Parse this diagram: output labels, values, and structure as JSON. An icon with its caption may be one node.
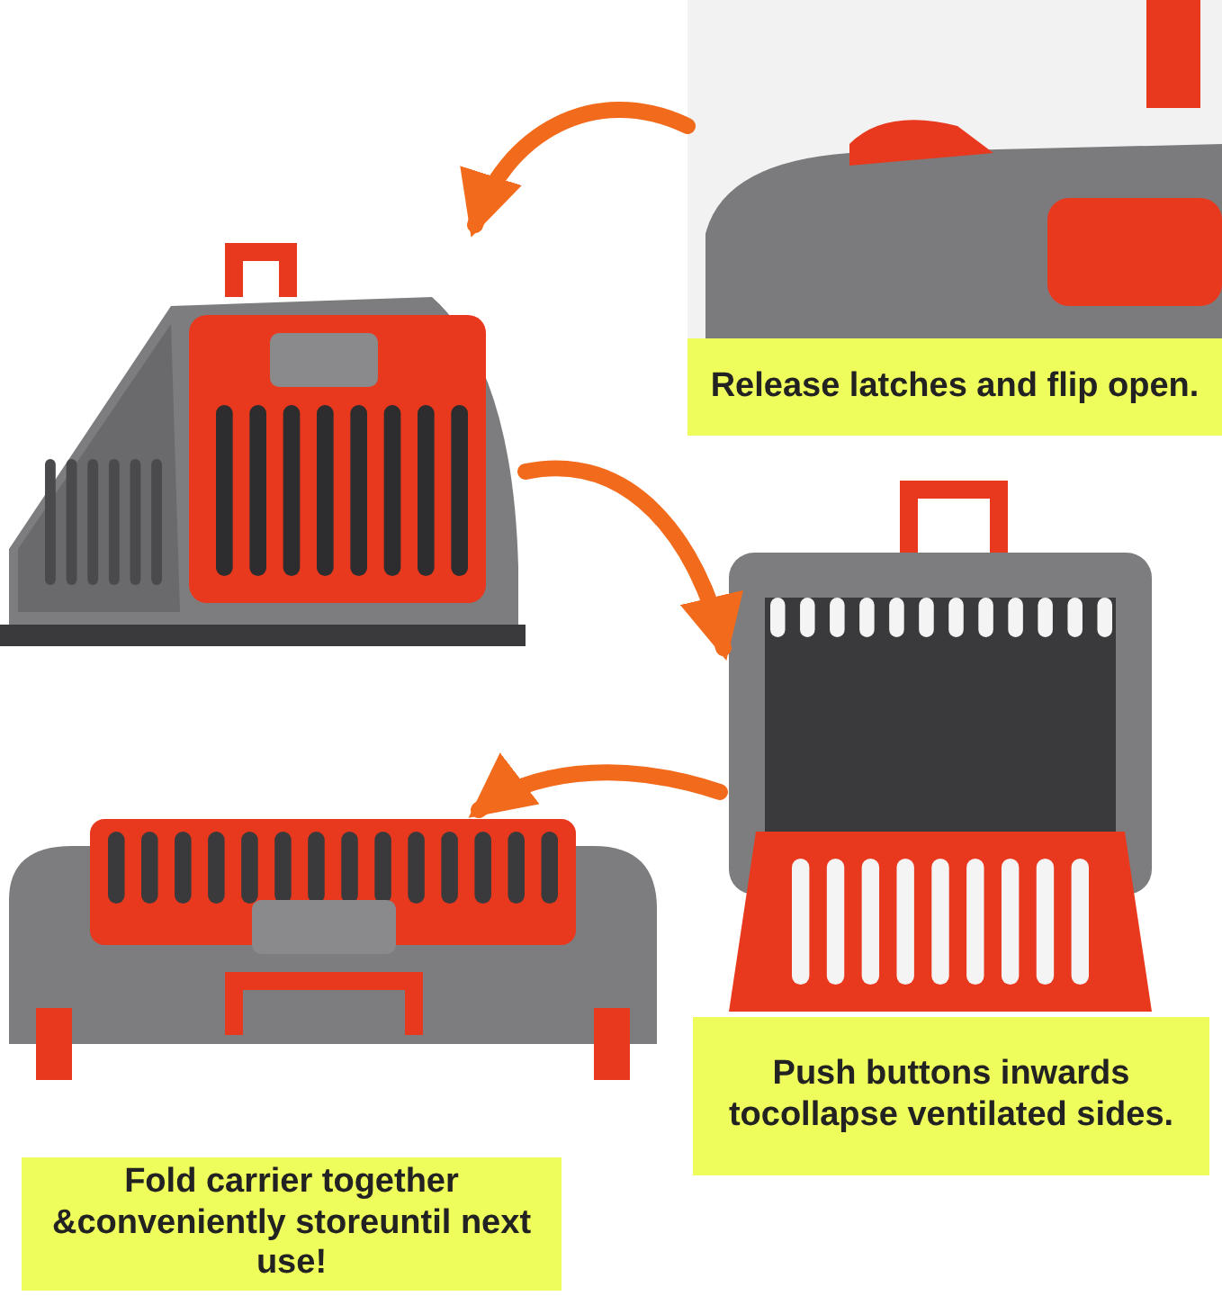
{
  "diagram": {
    "nodes": [
      {
        "text": [],
        "shape": "picture"
      },
      {
        "text": [],
        "shape": "picture"
      },
      {
        "text": [
          "Release latches and flip open."
        ],
        "in": 1
      },
      {
        "text": [],
        "shape": "picture"
      },
      {
        "text": [
          "Push buttons inwards tocollapse ventilated sides."
        ]
      },
      {
        "text": [],
        "shape": "picture"
      },
      {
        "text": [
          "Fold carrier together &conveniently storeuntil next use!"
        ]
      }
    ],
    "edges": [
      {
        "from": 1,
        "to": 0,
        "arrow": "to"
      },
      {
        "from": 0,
        "to": 3,
        "arrow": "to"
      },
      {
        "from": 3,
        "to": 5,
        "arrow": "to"
      }
    ]
  }
}
